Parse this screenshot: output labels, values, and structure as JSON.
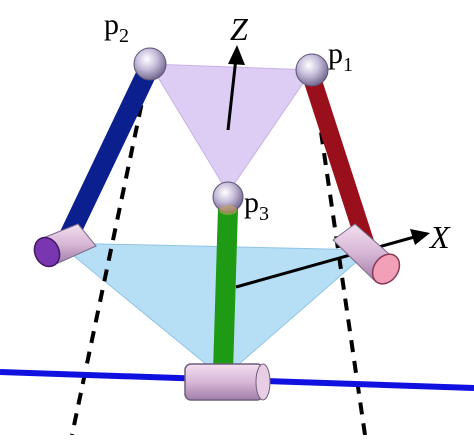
{
  "labels": {
    "p1_base": "p",
    "p1_sub": "1",
    "p2_base": "p",
    "p2_sub": "2",
    "p3_base": "p",
    "p3_sub": "3",
    "z_axis": "Z",
    "x_axis": "X"
  },
  "colors": {
    "top_triangle": "#d9c6f2",
    "bottom_triangle": "#a9d8f2",
    "leg_blue": "#0c1f8f",
    "leg_red": "#9a0f1c",
    "leg_green": "#1e9a14",
    "rail": "#1010e0",
    "dashed": "#000000",
    "joint_ball": "#b9aed0",
    "joint_purple": "#7a35b0",
    "joint_pink": "#f2a0b8"
  }
}
